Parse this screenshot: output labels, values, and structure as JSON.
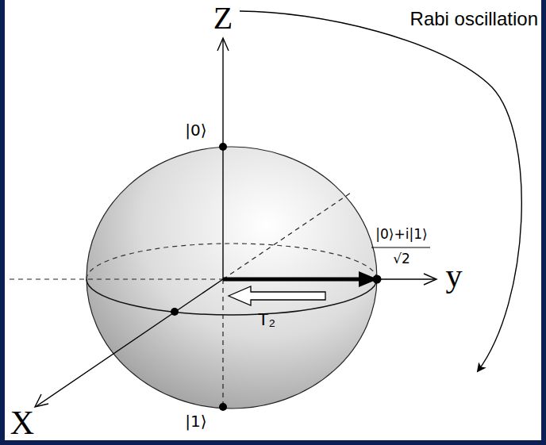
{
  "diagram": {
    "labels": [
      "Z",
      "Rabi oscillation",
      "|0⟩",
      "|0⟩+i|1⟩",
      "√2",
      "y",
      "T₂",
      "X",
      "|1⟩"
    ]
  }
}
